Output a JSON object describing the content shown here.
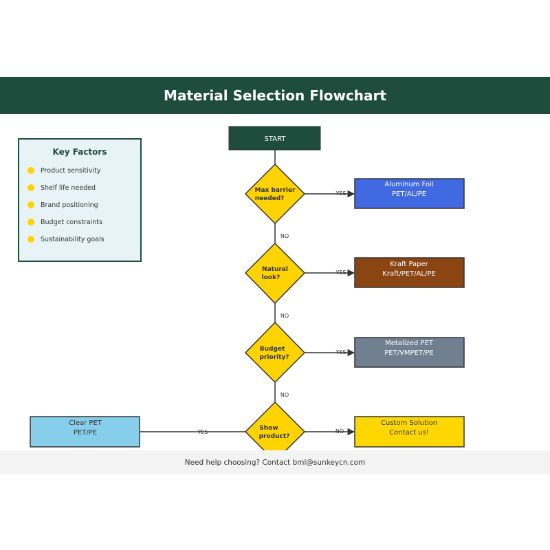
{
  "header": {
    "title": "Material Selection Flowchart"
  },
  "key_factors": {
    "title": "Key Factors",
    "items": [
      "Product sensitivity",
      "Shelf life needed",
      "Brand positioning",
      "Budget constraints",
      "Sustainability goals"
    ]
  },
  "flow": {
    "start": "START",
    "decisions": [
      {
        "line1": "Max barrier",
        "line2": "needed?"
      },
      {
        "line1": "Natural",
        "line2": "look?"
      },
      {
        "line1": "Budget",
        "line2": "priority?"
      },
      {
        "line1": "Show",
        "line2": "product?"
      }
    ],
    "outcomes": [
      {
        "line1": "Aluminum Foil",
        "line2": "PET/AL/PE",
        "color": "#4169e1",
        "text_color": "#ffffff"
      },
      {
        "line1": "Kraft Paper",
        "line2": "Kraft/PET/AL/PE",
        "color": "#8b4513",
        "text_color": "#ffffff"
      },
      {
        "line1": "Metalized PET",
        "line2": "PET/VMPET/PE",
        "color": "#708090",
        "text_color": "#ffffff"
      },
      {
        "line1": "Custom Solution",
        "line2": "Contact us!",
        "color": "#ffd700",
        "text_color": "#333333"
      },
      {
        "line1": "Clear PET",
        "line2": "PET/PE",
        "color": "#87ceeb",
        "text_color": "#333333"
      }
    ],
    "labels": {
      "yes": "YES",
      "no": "NO"
    }
  },
  "footer": {
    "text": "Need help choosing? Contact bml@sunkeycn.com"
  },
  "colors": {
    "primary": "#1e4d3d",
    "decision": "#ffd300",
    "accent_dot": "#ffd300"
  }
}
